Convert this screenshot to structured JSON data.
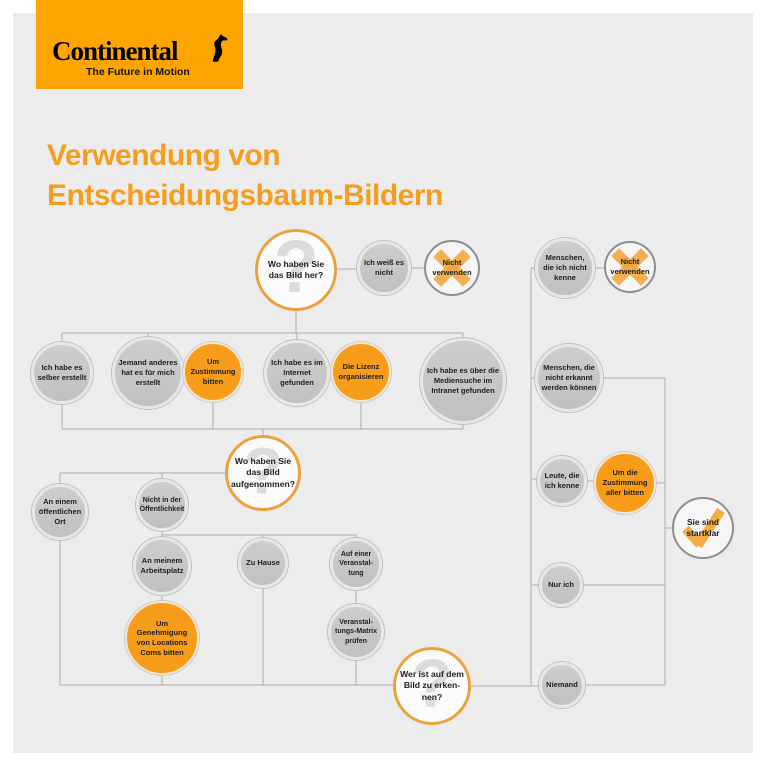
{
  "brand": {
    "name": "Continental",
    "tagline": "The Future in Motion",
    "logo_bg": "#ffa502"
  },
  "title": {
    "line1": "Verwendung von",
    "line2": "Entscheidungsbaum-Bildern",
    "color": "#f59d1e"
  },
  "colors": {
    "panel_bg": "#ececec",
    "action_orange": "#f89c1b",
    "answer_grey": "#c6c6c6",
    "question_border": "#eaa33c",
    "stop_border": "#8d8d8d",
    "connector": "#acacac",
    "watermark_orange": "#f2a843",
    "watermark_grey": "#dcdcdc"
  },
  "icons": {
    "question_mark": "?"
  },
  "nodes": {
    "q_source": {
      "label": "Wo haben Sie das Bild her?",
      "type": "question"
    },
    "dont_know": {
      "label": "Ich weiß es nicht",
      "type": "answer"
    },
    "not_use_top": {
      "label": "Nicht verwenden",
      "type": "stop"
    },
    "created_self": {
      "label": "Ich habe es selber erstellt",
      "type": "answer"
    },
    "created_other": {
      "label": "Jemand anderes hat es für mich erstellt",
      "type": "answer"
    },
    "ask_consent": {
      "label": "Um Zustimmung bitten",
      "type": "action"
    },
    "found_internet": {
      "label": "Ich habe es im Internet gefunden",
      "type": "answer"
    },
    "organize_license": {
      "label": "Die Lizenz organisieren",
      "type": "action"
    },
    "found_intranet": {
      "label": "Ich habe es über die Mediensuche im Intranet gefunden",
      "type": "answer"
    },
    "q_taken": {
      "label": "Wo haben Sie das Bild aufgenommen?",
      "type": "question"
    },
    "public_place": {
      "label": "An einem öffentlichen Ort",
      "type": "answer"
    },
    "not_public": {
      "label": "Nicht in der Öffentlichkeit",
      "type": "answer"
    },
    "workplace": {
      "label": "An meinem Arbeitsplatz",
      "type": "answer"
    },
    "home": {
      "label": "Zu Hause",
      "type": "answer"
    },
    "event": {
      "label": "Auf einer Veranstal-tung",
      "type": "answer"
    },
    "locations_coms": {
      "label": "Um Genehmigung von Locations Coms bitten",
      "type": "action"
    },
    "event_matrix": {
      "label": "Veranstal-tungs-Matrix prüfen",
      "type": "answer"
    },
    "q_who": {
      "label": "Wer ist auf dem Bild zu erken-nen?",
      "type": "question"
    },
    "strangers": {
      "label": "Menschen, die ich nicht kenne",
      "type": "answer"
    },
    "not_use_right": {
      "label": "Nicht verwenden",
      "type": "stop"
    },
    "unrecognizable": {
      "label": "Menschen, die nicht erkannt werden können",
      "type": "answer"
    },
    "known_people": {
      "label": "Leute, die ich kenne",
      "type": "answer"
    },
    "ask_all": {
      "label": "Um die Zustimmung aller bitten",
      "type": "action"
    },
    "only_me": {
      "label": "Nur ich",
      "type": "answer"
    },
    "nobody": {
      "label": "Niemand",
      "type": "answer"
    },
    "ready": {
      "label": "Sie sind startklar",
      "type": "done"
    }
  }
}
